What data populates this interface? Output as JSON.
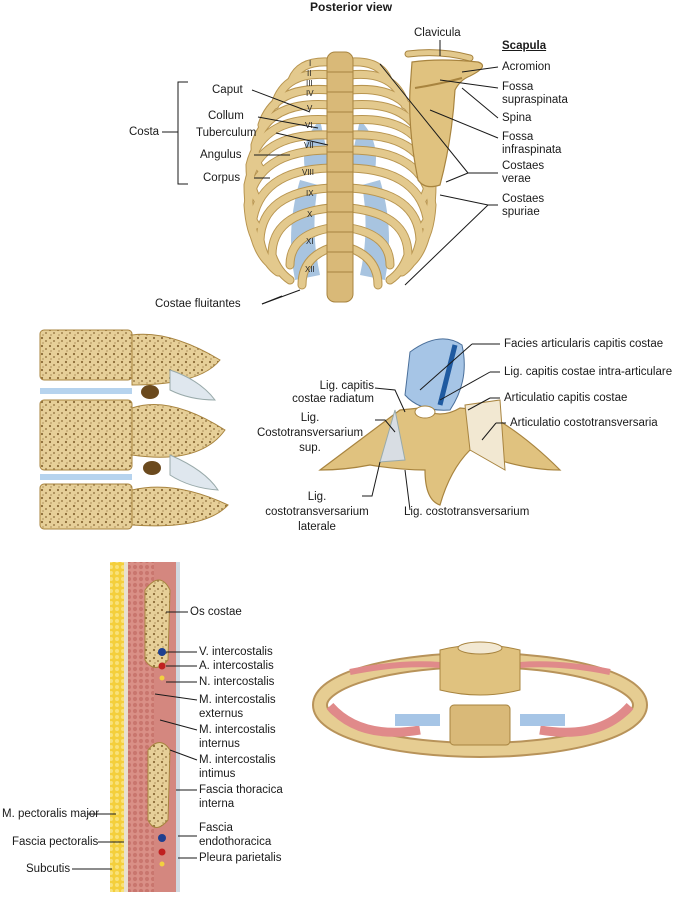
{
  "top": {
    "title": "Posterior view",
    "costa": "Costa",
    "caput": "Caput",
    "collum": "Collum",
    "tuberculum": "Tuberculum",
    "angulus": "Angulus",
    "corpus": "Corpus",
    "clavicula": "Clavicula",
    "scapula": "Scapula",
    "acromion": "Acromion",
    "fossa_supra_1": "Fossa",
    "fossa_supra_2": "supraspinata",
    "spina": "Spina",
    "fossa_infra_1": "Fossa",
    "fossa_infra_2": "infraspinata",
    "verae_1": "Costaes",
    "verae_2": "verae",
    "spuriae_1": "Costaes",
    "spuriae_2": "spuriae",
    "fluitantes": "Costae fluitantes",
    "rib_numerals": [
      "I",
      "II",
      "III",
      "IV",
      "V",
      "VI",
      "VII",
      "VIII",
      "IX",
      "X",
      "XI",
      "XII"
    ]
  },
  "middle": {
    "facies": "Facies articularis capitis costae",
    "lig_intra": "Lig. capitis costae intra-articulare",
    "art_capitis": "Articulatio capitis costae",
    "art_costotrans": "Articulatio costotransversaria",
    "lig_rad_1": "Lig. capitis",
    "lig_rad_2": "costae radiatum",
    "lig_sup_1": "Lig.",
    "lig_sup_2": "Costotransversarium",
    "lig_sup_3": "sup.",
    "lig_lat_1": "Lig.",
    "lig_lat_2": "costotransversarium",
    "lig_lat_3": "laterale",
    "lig_ct": "Lig. costotransversarium"
  },
  "bottom": {
    "os_costae": "Os costae",
    "v_ic": "V. intercostalis",
    "a_ic": "A. intercostalis",
    "n_ic": "N. intercostalis",
    "m_ext_1": "M. intercostalis",
    "m_ext_2": "externus",
    "m_int_1": "M. intercostalis",
    "m_int_2": "internus",
    "m_intim_1": "M. intercostalis",
    "m_intim_2": "intimus",
    "fascia_thor_1": "Fascia thoracica",
    "fascia_thor_2": "interna",
    "fascia_endo_1": "Fascia",
    "fascia_endo_2": "endothoracica",
    "pleura": "Pleura parietalis",
    "pect_major": "M. pectoralis major",
    "fascia_pect": "Fascia pectoralis",
    "subcutis": "Subcutis"
  },
  "colors": {
    "bone": "#e3c98d",
    "bone_dark": "#b89550",
    "cartilage": "#9dbfdf",
    "muscle": "#d88a8a",
    "fat": "#f2cc3a"
  }
}
